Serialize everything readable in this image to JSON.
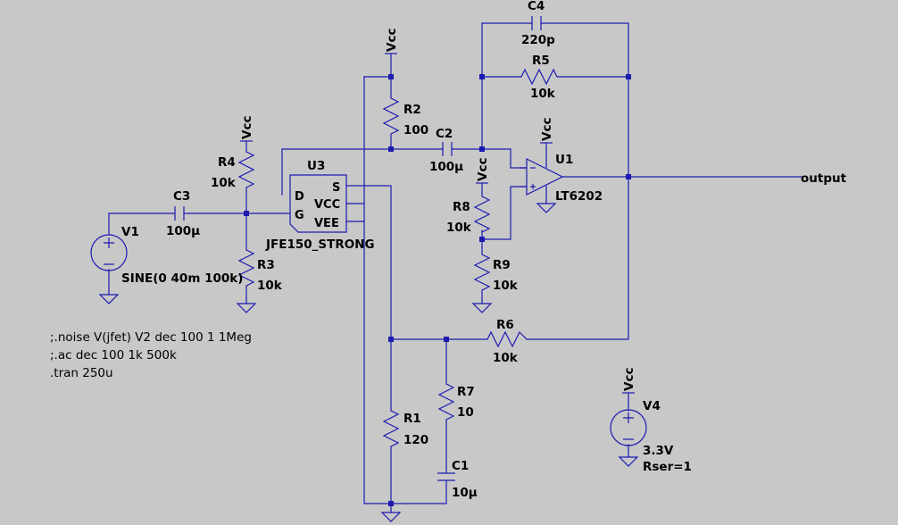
{
  "vcc_label": "Vcc",
  "output_label": "output",
  "components": {
    "C4": {
      "name": "C4",
      "value": "220p"
    },
    "R5": {
      "name": "R5",
      "value": "10k"
    },
    "R2": {
      "name": "R2",
      "value": "100"
    },
    "C2": {
      "name": "C2",
      "value": "100µ"
    },
    "U1": {
      "name": "U1",
      "value": "LT6202"
    },
    "R4": {
      "name": "R4",
      "value": "10k"
    },
    "U3": {
      "name": "U3",
      "value": "JFE150_STRONG",
      "pins": {
        "D": "D",
        "G": "G",
        "S": "S",
        "VCC": "VCC",
        "VEE": "VEE"
      }
    },
    "C3": {
      "name": "C3",
      "value": "100µ"
    },
    "V1": {
      "name": "V1",
      "value": "SINE(0 40m 100k)"
    },
    "R3": {
      "name": "R3",
      "value": "10k"
    },
    "R8": {
      "name": "R8",
      "value": "10k"
    },
    "R9": {
      "name": "R9",
      "value": "10k"
    },
    "R6": {
      "name": "R6",
      "value": "10k"
    },
    "R7": {
      "name": "R7",
      "value": "10"
    },
    "R1": {
      "name": "R1",
      "value": "120"
    },
    "C1": {
      "name": "C1",
      "value": "10µ"
    },
    "V4": {
      "name": "V4",
      "value": "3.3V",
      "extra": "Rser=1"
    }
  },
  "directives": [
    ";.noise V(jfet) V2 dec 100 1 1Meg",
    ";.ac dec 100 1k 500k",
    ".tran 250u"
  ]
}
